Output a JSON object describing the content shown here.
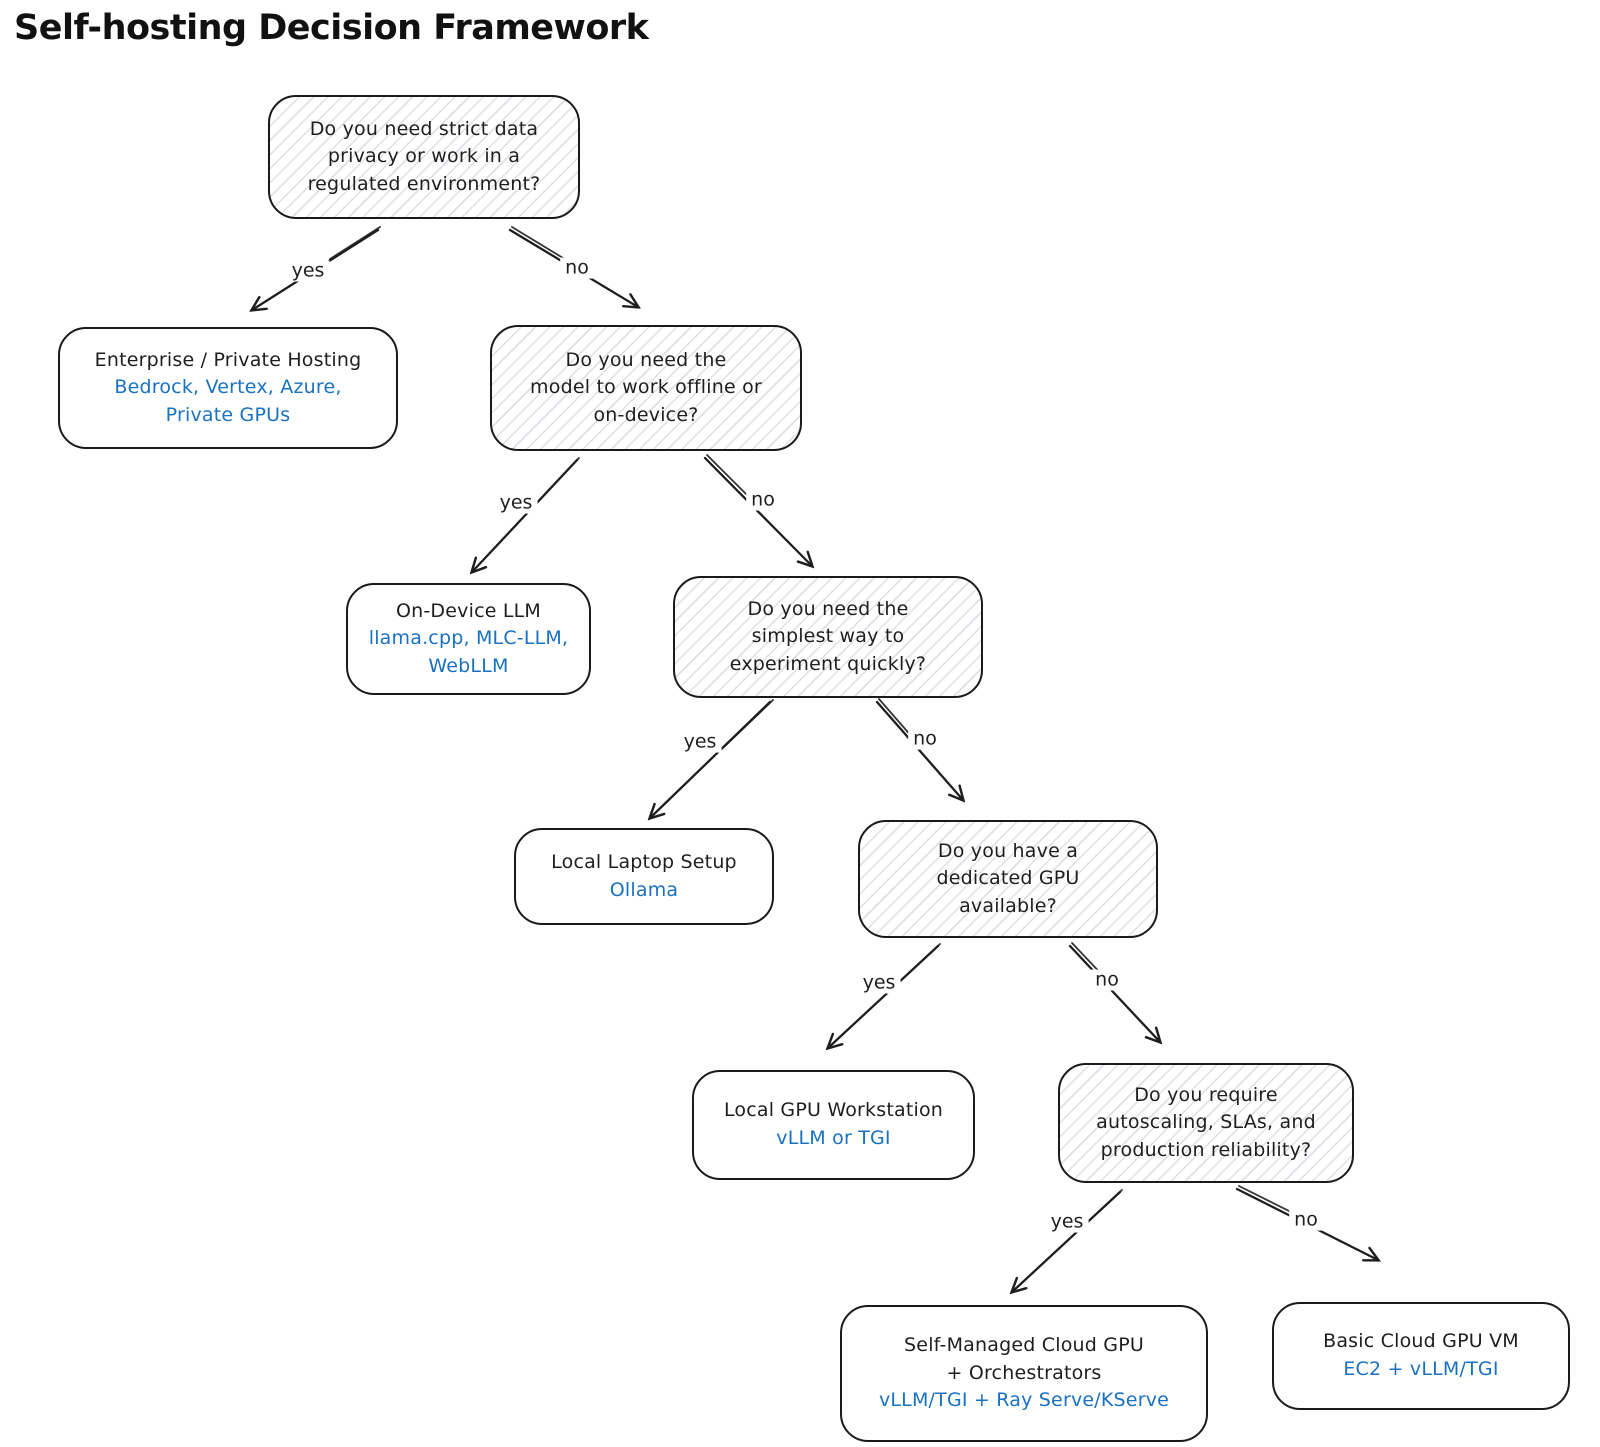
{
  "title": "Self-hosting Decision Framework",
  "colors": {
    "ink": "#1e1e1e",
    "tool_blue": "#1971c2",
    "hatch_gray": "#ccd3da"
  },
  "nodes": {
    "q_privacy": {
      "type": "question",
      "text": "Do you need strict data\nprivacy or work in a\nregulated environment?"
    },
    "enterprise": {
      "type": "answer",
      "label": "Enterprise / Private Hosting",
      "tools": "Bedrock, Vertex, Azure,\nPrivate GPUs"
    },
    "q_offline": {
      "type": "question",
      "text": "Do you need the\nmodel to work offline or\non-device?"
    },
    "on_device": {
      "type": "answer",
      "label": "On-Device LLM",
      "tools": "llama.cpp, MLC-LLM,\nWebLLM"
    },
    "q_experiment": {
      "type": "question",
      "text": "Do you need the\nsimplest way to\nexperiment quickly?"
    },
    "laptop": {
      "type": "answer",
      "label": "Local Laptop Setup",
      "tools": "Ollama"
    },
    "q_gpu": {
      "type": "question",
      "text": "Do you have a\ndedicated GPU\navailable?"
    },
    "gpu_workstation": {
      "type": "answer",
      "label": "Local GPU Workstation",
      "tools": "vLLM or TGI"
    },
    "q_production": {
      "type": "question",
      "text": "Do you require\nautoscaling, SLAs, and\nproduction reliability?"
    },
    "self_managed": {
      "type": "answer",
      "label": "Self-Managed Cloud GPU\n+ Orchestrators",
      "tools": "vLLM/TGI + Ray Serve/KServe"
    },
    "basic_vm": {
      "type": "answer",
      "label": "Basic Cloud GPU VM",
      "tools": "EC2 + vLLM/TGI"
    }
  },
  "edges": [
    {
      "from": "q_privacy",
      "to": "enterprise",
      "label": "yes"
    },
    {
      "from": "q_privacy",
      "to": "q_offline",
      "label": "no"
    },
    {
      "from": "q_offline",
      "to": "on_device",
      "label": "yes"
    },
    {
      "from": "q_offline",
      "to": "q_experiment",
      "label": "no"
    },
    {
      "from": "q_experiment",
      "to": "laptop",
      "label": "yes"
    },
    {
      "from": "q_experiment",
      "to": "q_gpu",
      "label": "no"
    },
    {
      "from": "q_gpu",
      "to": "gpu_workstation",
      "label": "yes"
    },
    {
      "from": "q_gpu",
      "to": "q_production",
      "label": "no"
    },
    {
      "from": "q_production",
      "to": "self_managed",
      "label": "yes"
    },
    {
      "from": "q_production",
      "to": "basic_vm",
      "label": "no"
    }
  ]
}
